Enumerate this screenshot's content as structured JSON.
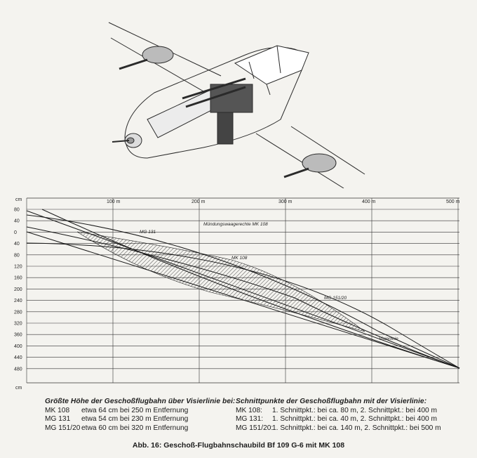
{
  "chart": {
    "y_unit": "cm",
    "x_ticks": [
      "100 m",
      "200 m",
      "300 m",
      "400 m",
      "500 m"
    ],
    "y_ticks": [
      "80",
      "40",
      "0",
      "40",
      "80",
      "120",
      "160",
      "200",
      "240",
      "280",
      "320",
      "360",
      "400",
      "440",
      "480"
    ],
    "tags": {
      "mg131": "MG 131",
      "mk108_axis": "Mündungswaagerechte MK 108",
      "mk108": "MK 108",
      "mg151": "MG 151/20",
      "visier": "Visierlinie"
    }
  },
  "left_notes": {
    "title": "Größte Höhe der Geschoßflugbahn über Visierlinie bei:",
    "rows": [
      {
        "name": "MK 108",
        "text": "etwa 64 cm bei 250 m Entfernung"
      },
      {
        "name": "MG 131",
        "text": "etwa 54 cm bei 230 m Entfernung"
      },
      {
        "name": "MG 151/20",
        "text": "etwa 60 cm bei 320 m Entfernung"
      }
    ]
  },
  "right_notes": {
    "title": "Schnittpunkte der Geschoßflugbahn mit der Visierlinie:",
    "rows": [
      {
        "name": "MK 108:",
        "text": "1. Schnittpkt.: bei ca.  80 m, 2. Schnittpkt.: bei 400 m"
      },
      {
        "name": "MG 131:",
        "text": "1. Schnittpkt.: bei ca.  40 m, 2. Schnittpkt.: bei 400 m"
      },
      {
        "name": "MG 151/20:",
        "text": "1. Schnittpkt.: bei ca. 140 m, 2. Schnittpkt.: bei 500 m"
      }
    ]
  },
  "caption": "Abb. 16: Geschoß-Flugbahnschaubild Bf 109 G-6 mit MK 108"
}
